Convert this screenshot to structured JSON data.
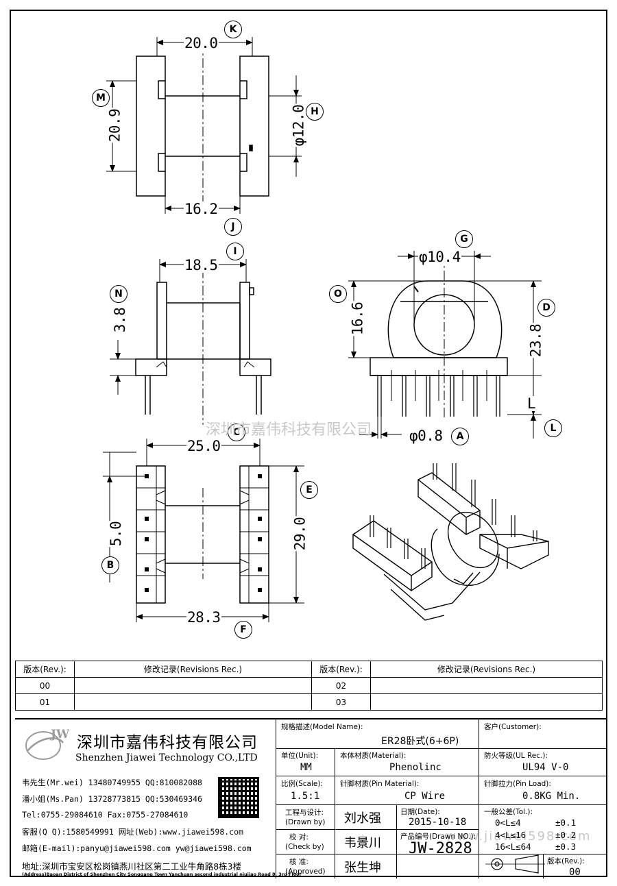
{
  "dimensions": {
    "k": "20.0",
    "m": "20.9",
    "h": "φ12.0",
    "j": "16.2",
    "i": "18.5",
    "n": "3.8",
    "g": "φ10.4",
    "o": "16.6",
    "d": "23.8",
    "l": "L",
    "a": "φ0.8",
    "c": "25.0",
    "b": "5.0",
    "e": "29.0",
    "f": "28.3"
  },
  "callouts": {
    "k": "K",
    "m": "M",
    "h": "H",
    "j": "J",
    "i": "I",
    "n": "N",
    "g": "G",
    "o": "O",
    "d": "D",
    "l": "L",
    "a": "A",
    "c": "C",
    "b": "B",
    "e": "E",
    "f": "F"
  },
  "watermark": {
    "center": "深圳市嘉伟科技有限公司",
    "corner": "www.jiawei598.com"
  },
  "revisions": {
    "header_rev": "版本(Rev.):",
    "header_rec": "修改记录(Revisions Rec.)",
    "rows": [
      {
        "left": "00",
        "right": "02"
      },
      {
        "left": "01",
        "right": "03"
      }
    ]
  },
  "company": {
    "logo": "JW",
    "name_cn": "深圳市嘉伟科技有限公司",
    "name_en": "Shenzhen Jiawei Technology CO.,LTD",
    "contacts": [
      "韦先生(Mr.wei) 13480749955 QQ:810082088",
      "潘小姐(Ms.Pan) 13728773815 QQ:530469346",
      "Tel:0755-29084610     Fax:0755-27084610",
      "客服(Q Q):1580549991    网址(Web):www.jiawei598.com",
      "邮箱(E-mail):panyu@jiawei598.com  yw@jiawei598.com"
    ],
    "address_cn": "地址:深圳市宝安区松岗镇燕川社区第二工业牛角路8栋3楼",
    "address_en": "(Address)Baoan District of Shenzhen City Songgang Town Yanchuan  second industrial niujiao Road 8, 3rd Floor"
  },
  "title_block": {
    "model_label": "规格描述(Model Name):",
    "model_value": "ER28卧式(6+6P)",
    "customer_label": "客户(Customer):",
    "customer_value": "",
    "unit_label": "单位(Unit):",
    "unit_value": "MM",
    "material_label": "本体材质(Material):",
    "material_value": "Phenolinc",
    "ul_label": "防火等级(UL Rec.):",
    "ul_value": "UL94 V-0",
    "scale_label": "比例(Scale):",
    "scale_value": "1.5:1",
    "pin_material_label": "针脚材质(Pin Material):",
    "pin_material_value": "CP Wire",
    "pin_load_label": "针脚拉力(Pin Load):",
    "pin_load_value": "0.8KG Min.",
    "drawn_label_cn": "工程与设计:",
    "drawn_label_en": "(Drawn by)",
    "drawn_value": "刘水强",
    "date_label": "日期(Date):",
    "date_value": "2015-10-18",
    "check_label_cn": "校  对:",
    "check_label_en": "(Check by)",
    "check_value": "韦景川",
    "drawn_no_label": "产品编号(Drawn NO.):",
    "drawn_no_value": "JW-2828",
    "approved_label_cn": "核  准:",
    "approved_label_en": "(Approved)",
    "approved_value": "张生坤",
    "tol_label": "一般公差(Tol.):",
    "tol_rows": [
      {
        "range": "0<L≤4",
        "value": "±0.1"
      },
      {
        "range": "4<L≤16",
        "value": "±0.2"
      },
      {
        "range": "16<L≤64",
        "value": "±0.3"
      }
    ],
    "rev_label": "版本(Rev.):",
    "rev_value": "00"
  }
}
